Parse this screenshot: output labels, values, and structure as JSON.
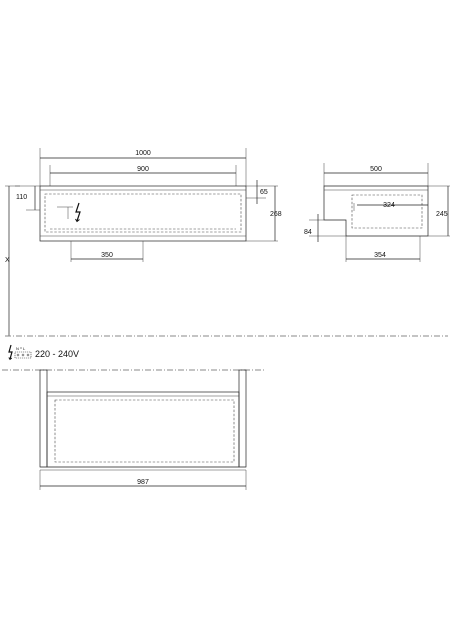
{
  "front_view": {
    "width_total": "1000",
    "width_inner": "900",
    "height_top": "110",
    "depth_drawer": "65",
    "height_total": "268",
    "offset_bottom": "350",
    "label_x": "X"
  },
  "side_view": {
    "depth_total": "500",
    "depth_inner": "324",
    "height_total": "245",
    "recess_height": "84",
    "recess_depth": "354"
  },
  "power": {
    "symbol_n": "N",
    "symbol_l": "L",
    "voltage": "220 - 240V"
  },
  "plan_view": {
    "width": "987"
  }
}
